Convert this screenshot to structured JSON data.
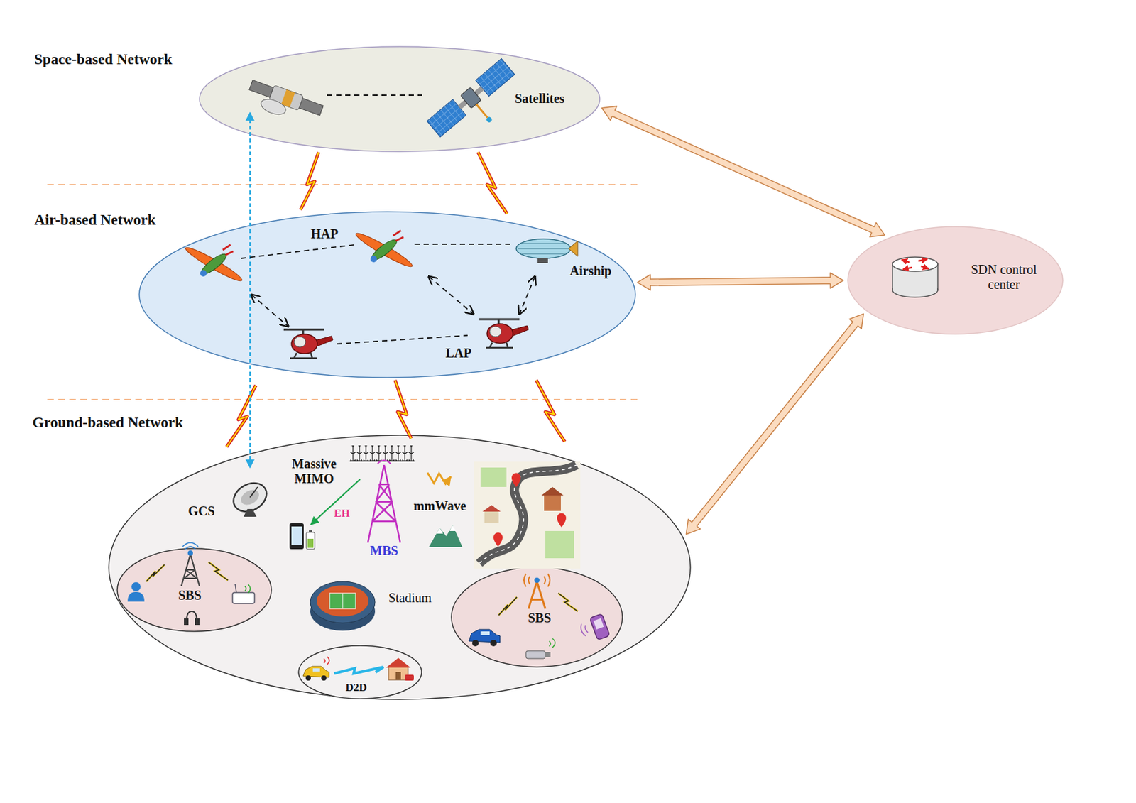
{
  "diagram": {
    "nodes": [
      {
        "text": [
          "Space-based Network",
          "Satellites"
        ]
      },
      {
        "text": [
          "Air-based Network"
        ]
      },
      {
        "text": [
          "Ground-based Network"
        ]
      },
      {
        "text": [
          "SBS"
        ],
        "in": 2
      },
      {
        "text": [
          "SBS"
        ],
        "in": 2
      },
      {
        "text": [
          "D2D"
        ],
        "in": 2
      },
      {
        "text": [
          "SDN control center"
        ]
      }
    ],
    "edges": [
      {
        "from": 6,
        "to": 0,
        "arrow": "both"
      },
      {
        "from": 6,
        "to": 1,
        "arrow": "both"
      },
      {
        "from": 6,
        "to": 2,
        "arrow": "both"
      }
    ],
    "labels": [
      "HAP",
      "Airship",
      "LAP",
      "Massive MIMO",
      "EH",
      "MBS",
      "mmWave",
      "GCS",
      "Stadium"
    ]
  }
}
